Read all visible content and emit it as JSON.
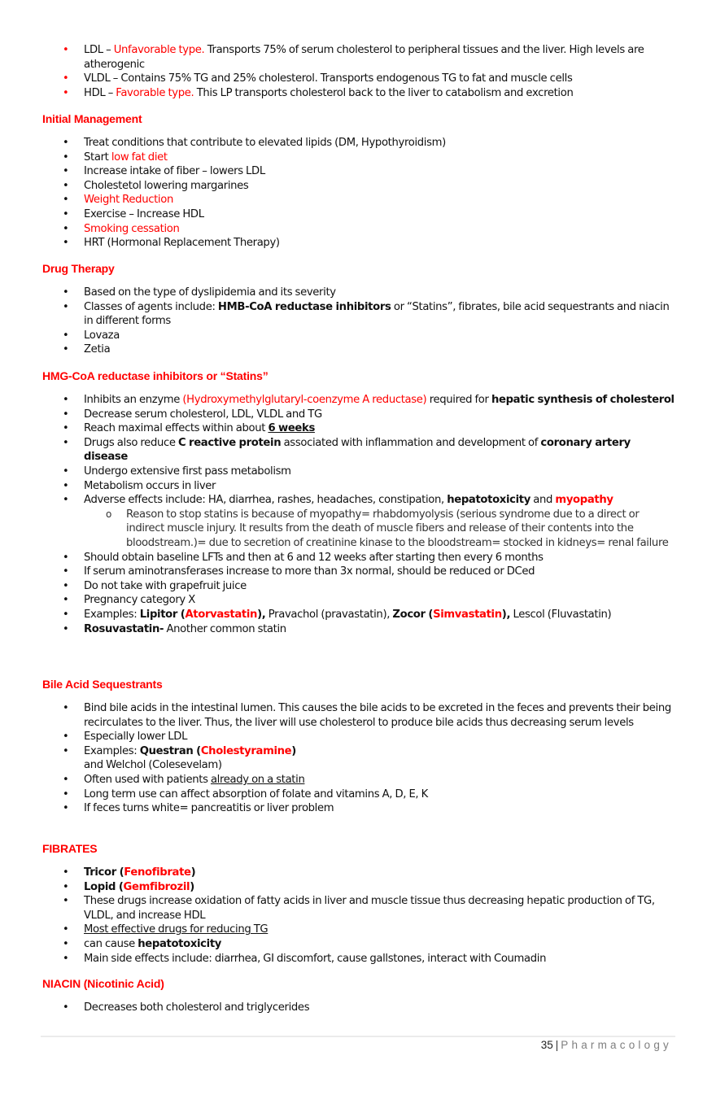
{
  "lipoproteins": {
    "items": [
      {
        "prefix": "LDL – ",
        "highlight": "Unfavorable type.",
        "rest": " Transports 75% of serum cholesterol to peripheral tissues and the liver. High levels are atherogenic"
      },
      {
        "text": "VLDL – Contains 75% TG and 25% cholesterol. Transports endogenous TG to fat and muscle cells"
      },
      {
        "prefix": "HDL – ",
        "highlight": "Favorable type.",
        "rest": " This LP transports cholesterol back to the liver to catabolism and excretion"
      }
    ]
  },
  "initial_management": {
    "heading": "Initial Management",
    "items": [
      {
        "text": "Treat conditions that contribute to elevated lipids (DM, Hypothyroidism)"
      },
      {
        "prefix": "Start ",
        "highlight": "low fat diet"
      },
      {
        "text": "Increase intake of fiber – lowers LDL"
      },
      {
        "text": "Cholestetol lowering margarines"
      },
      {
        "highlight": "Weight Reduction"
      },
      {
        "text": "Exercise – Increase HDL"
      },
      {
        "highlight": "Smoking cessation"
      },
      {
        "text": "HRT (Hormonal Replacement Therapy)"
      }
    ]
  },
  "drug_therapy": {
    "heading": "Drug Therapy",
    "items": [
      {
        "text": "Based on the type of dyslipidemia and its severity"
      },
      {
        "prefix": "Classes of agents include: ",
        "bold": "HMB-CoA reductase inhibitors",
        "rest": " or “Statins”, fibrates, bile acid sequestrants and niacin in different forms"
      },
      {
        "text": "Lovaza"
      },
      {
        "text": "Zetia"
      }
    ]
  },
  "statins": {
    "heading": "HMG-CoA reductase inhibitors or “Statins”",
    "items": [
      {
        "prefix": "Inhibits an enzyme ",
        "highlight": "(Hydroxymethylglutaryl-coenzyme A reductase)",
        "mid": " required for ",
        "bold": "hepatic synthesis of cholesterol"
      },
      {
        "text": "Decrease serum cholesterol, LDL, VLDL and TG"
      },
      {
        "prefix": "Reach maximal effects within about ",
        "bold_underline": "6 weeks"
      },
      {
        "prefix": "Drugs also reduce ",
        "bold": "C reactive protein",
        "mid": " associated with inflammation and development of ",
        "bold2": "coronary artery disease"
      },
      {
        "text": "Undergo extensive first pass metabolism"
      },
      {
        "text": "Metabolism occurs in liver"
      },
      {
        "prefix": "Adverse effects include: HA, diarrhea, rashes, headaches, constipation, ",
        "bold": "hepatotoxicity",
        "mid": " and ",
        "bold_red": "myopathy",
        "sub": {
          "bullet": "o",
          "text": "Reason to stop statins is because of myopathy= rhabdomyolysis (serious syndrome due to a direct or indirect muscle injury. It results from the death of muscle fibers and release of their contents into the bloodstream.)= due to secretion of creatinine kinase to the bloodstream= stocked in kidneys= renal failure"
        }
      },
      {
        "text": "Should obtain baseline LFTs and then at 6 and 12 weeks after starting then every 6 months"
      },
      {
        "text": "If serum aminotransferases increase to more than 3x normal, should be reduced or DCed"
      },
      {
        "text": "Do not take with grapefruit juice"
      },
      {
        "text": "Pregnancy category X"
      },
      {
        "prefix": "Examples: ",
        "brand1": "Lipitor (",
        "generic1": "Atorvastatin",
        "close1": "),",
        "plain1": " Pravachol (pravastatin), ",
        "brand2": "Zocor (",
        "generic2": "Simvastatin",
        "close2": "),",
        "plain2": " Lescol (Fluvastatin)"
      },
      {
        "bold": "Rosuvastatin-",
        "rest": " Another common statin"
      }
    ]
  },
  "bile_acid": {
    "heading": "Bile Acid Sequestrants",
    "items": [
      {
        "text": "Bind bile acids in the intestinal lumen. This causes the bile acids to be excreted in the feces and prevents their being recirculates to the liver. Thus, the liver will use cholesterol to produce bile acids thus decreasing serum levels"
      },
      {
        "text": "Especially lower LDL"
      },
      {
        "prefix": "Examples: ",
        "brand": "Questran (",
        "generic": "Cholestyramine",
        "close": ")",
        "line2": "and Welchol (Colesevelam)"
      },
      {
        "prefix": "Often used with patients ",
        "underline": "already on a statin"
      },
      {
        "text": "Long term use can affect absorption of folate and vitamins A, D, E, K"
      },
      {
        "text": "If feces turns white= pancreatitis or liver problem"
      }
    ]
  },
  "fibrates": {
    "heading": "FIBRATES",
    "items": [
      {
        "brand": "Tricor (",
        "generic": "Fenofibrate",
        "close": ")"
      },
      {
        "brand": "Lopid (",
        "generic": "Gemfibrozil",
        "close": ")"
      },
      {
        "text": "These drugs increase oxidation of fatty acids in liver and muscle tissue thus decreasing hepatic production of TG, VLDL, and increase HDL"
      },
      {
        "underline": "Most effective drugs for reducing TG"
      },
      {
        "prefix": "can cause ",
        "bold": "hepatotoxicity"
      },
      {
        "text": "Main side effects include: diarrhea, GI discomfort, cause gallstones, interact with Coumadin"
      }
    ]
  },
  "niacin": {
    "heading": "NIACIN (Nicotinic Acid)",
    "items": [
      {
        "text": "Decreases both cholesterol and triglycerides"
      }
    ]
  },
  "bullet_glyph": "•",
  "footer": {
    "page_number": "35",
    "separator": "|",
    "title": "Pharmacology"
  },
  "colors": {
    "accent_red": "#ff0000",
    "text": "#111111",
    "footer_title": "#7f7f7f",
    "footer_rule": "#ebebeb"
  }
}
